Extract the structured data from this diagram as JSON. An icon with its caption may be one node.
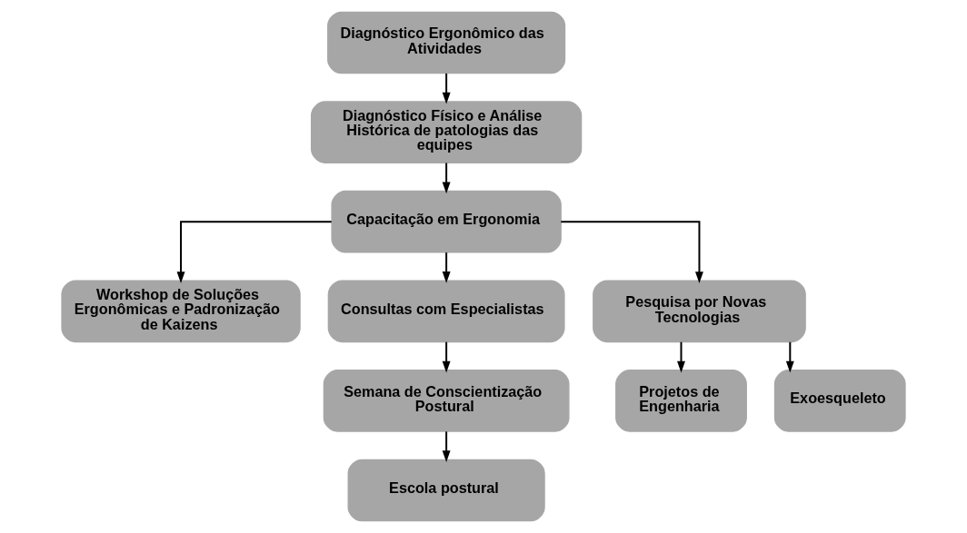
{
  "diagram": {
    "nodes": [
      {
        "text": [
          "Diagnóstico Ergonômico das Atividades"
        ]
      },
      {
        "text": [
          "Diagnóstico Físico e Análise Histórica de patologias das equipes"
        ]
      },
      {
        "text": [
          "Capacitação em Ergonomia"
        ]
      },
      {
        "text": [
          "Workshop de Soluções Ergonômicas e Padronização de Kaizens"
        ]
      },
      {
        "text": [
          "Consultas com Especialistas"
        ]
      },
      {
        "text": [
          "Pesquisa por Novas Tecnologias"
        ]
      },
      {
        "text": [
          "Semana de Conscientização Postural"
        ]
      },
      {
        "text": [
          "Escola postural"
        ]
      },
      {
        "text": [
          "Projetos de Engenharia"
        ]
      },
      {
        "text": [
          "Exoesqueleto"
        ]
      }
    ],
    "edges": [
      {
        "from": 0,
        "to": 1,
        "arrow": "to"
      },
      {
        "from": 1,
        "to": 2,
        "arrow": "to"
      },
      {
        "from": 2,
        "to": 3,
        "arrow": "to"
      },
      {
        "from": 2,
        "to": 4,
        "arrow": "to"
      },
      {
        "from": 2,
        "to": 5,
        "arrow": "to"
      },
      {
        "from": 4,
        "to": 6,
        "arrow": "to"
      },
      {
        "from": 6,
        "to": 7,
        "arrow": "to"
      },
      {
        "from": 5,
        "to": 8,
        "arrow": "to"
      },
      {
        "from": 5,
        "to": 9,
        "arrow": "to"
      }
    ]
  }
}
